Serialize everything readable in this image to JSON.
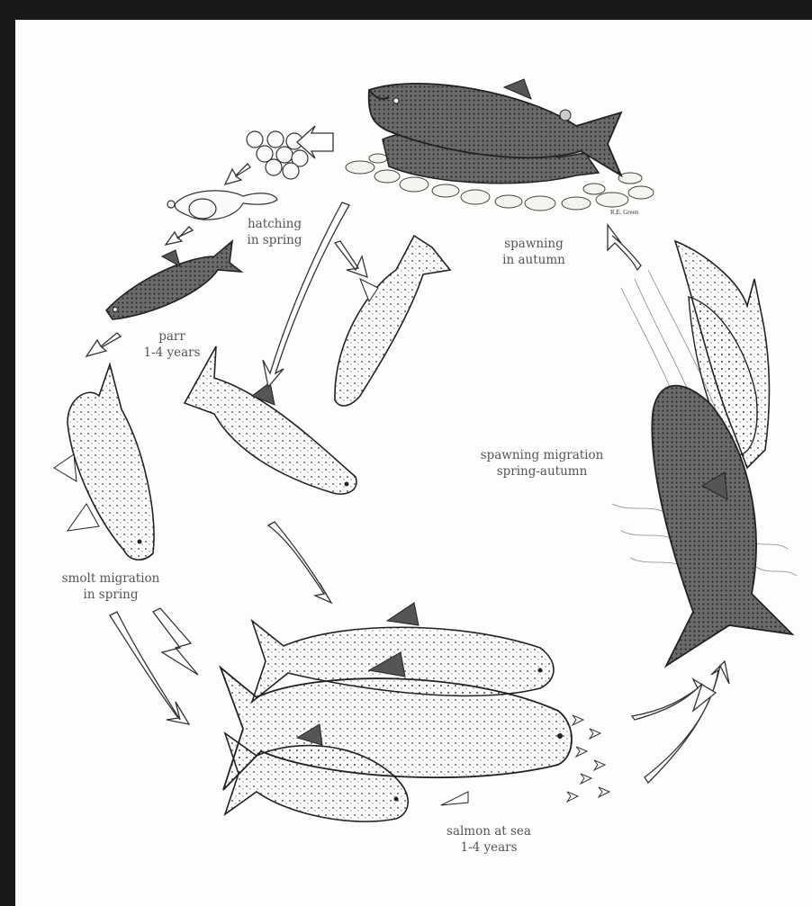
{
  "labels": {
    "spawning": [
      "spawning",
      "in autumn"
    ],
    "hatching": [
      "hatching",
      "in spring"
    ],
    "parr": [
      "parr",
      "1-4 years"
    ],
    "smolt": [
      "smolt migration",
      "in spring"
    ],
    "sea": [
      "salmon at sea",
      "1-4 years"
    ],
    "migration": [
      "spawning migration",
      "spring-autumn"
    ]
  },
  "signature": "R.E. Green",
  "colors": {
    "ink": "#2a2a2a",
    "paper": "#fdfdfb",
    "border": "#191919"
  }
}
